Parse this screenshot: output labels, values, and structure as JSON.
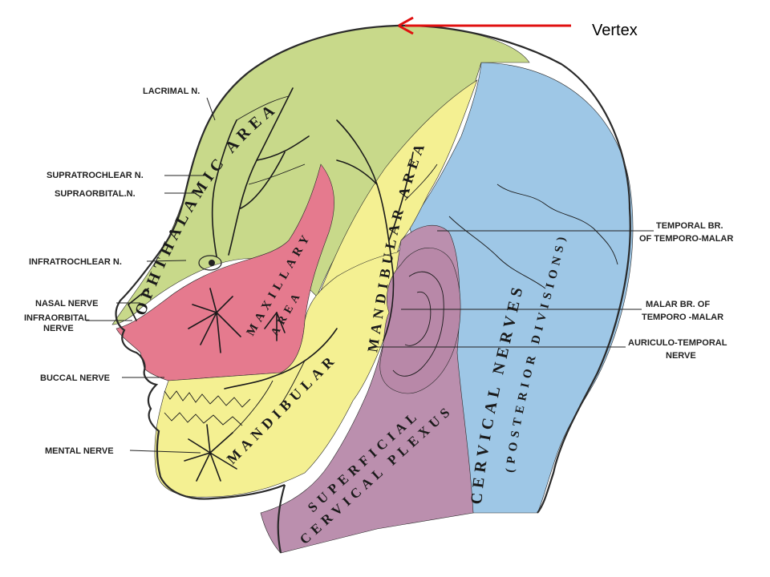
{
  "pointer": {
    "label": "Vertex",
    "color": "#e01010"
  },
  "regions": {
    "ophthalmic": "OPHTHALAMIC AREA",
    "maxillary_1": "MAXILLARY",
    "maxillary_2": "AREA",
    "mandibular": "MANDIBULAR AREA",
    "mandibular_lower": "MANDIBULAR",
    "cervical_nerves": "CERVICAL NERVES",
    "posterior_divisions": "(POSTERIOR DIVISIONS)",
    "superficial": "SUPERFICIAL",
    "cervical_plexus": "CERVICAL PLEXUS"
  },
  "labels": {
    "lacrimal": "LACRIMAL N.",
    "supratrochlear": "SUPRATROCHLEAR N.",
    "supraorbital": "SUPRAORBITAL.N.",
    "infratrochlear": "INFRATROCHLEAR N.",
    "nasal": "NASAL NERVE",
    "infraorbital_1": "INFRAORBITAL",
    "infraorbital_2": "NERVE",
    "buccal": "BUCCAL NERVE",
    "mental": "MENTAL NERVE",
    "temporal_1": "TEMPORAL BR.",
    "temporal_2": "OF TEMPORO-MALAR",
    "malar_1": "MALAR BR. OF",
    "malar_2": "TEMPORO -MALAR",
    "auriculo_1": "AURICULO-TEMPORAL",
    "auriculo_2": "NERVE"
  },
  "colors": {
    "ophthalmic": "#c8d98a",
    "maxillary": "#e57a8e",
    "mandibular": "#f4f092",
    "cervical_nerves": "#9ec7e6",
    "cervical_plexus": "#bb8fae",
    "ear": "#b888a8",
    "outline": "#2a2a2a"
  }
}
